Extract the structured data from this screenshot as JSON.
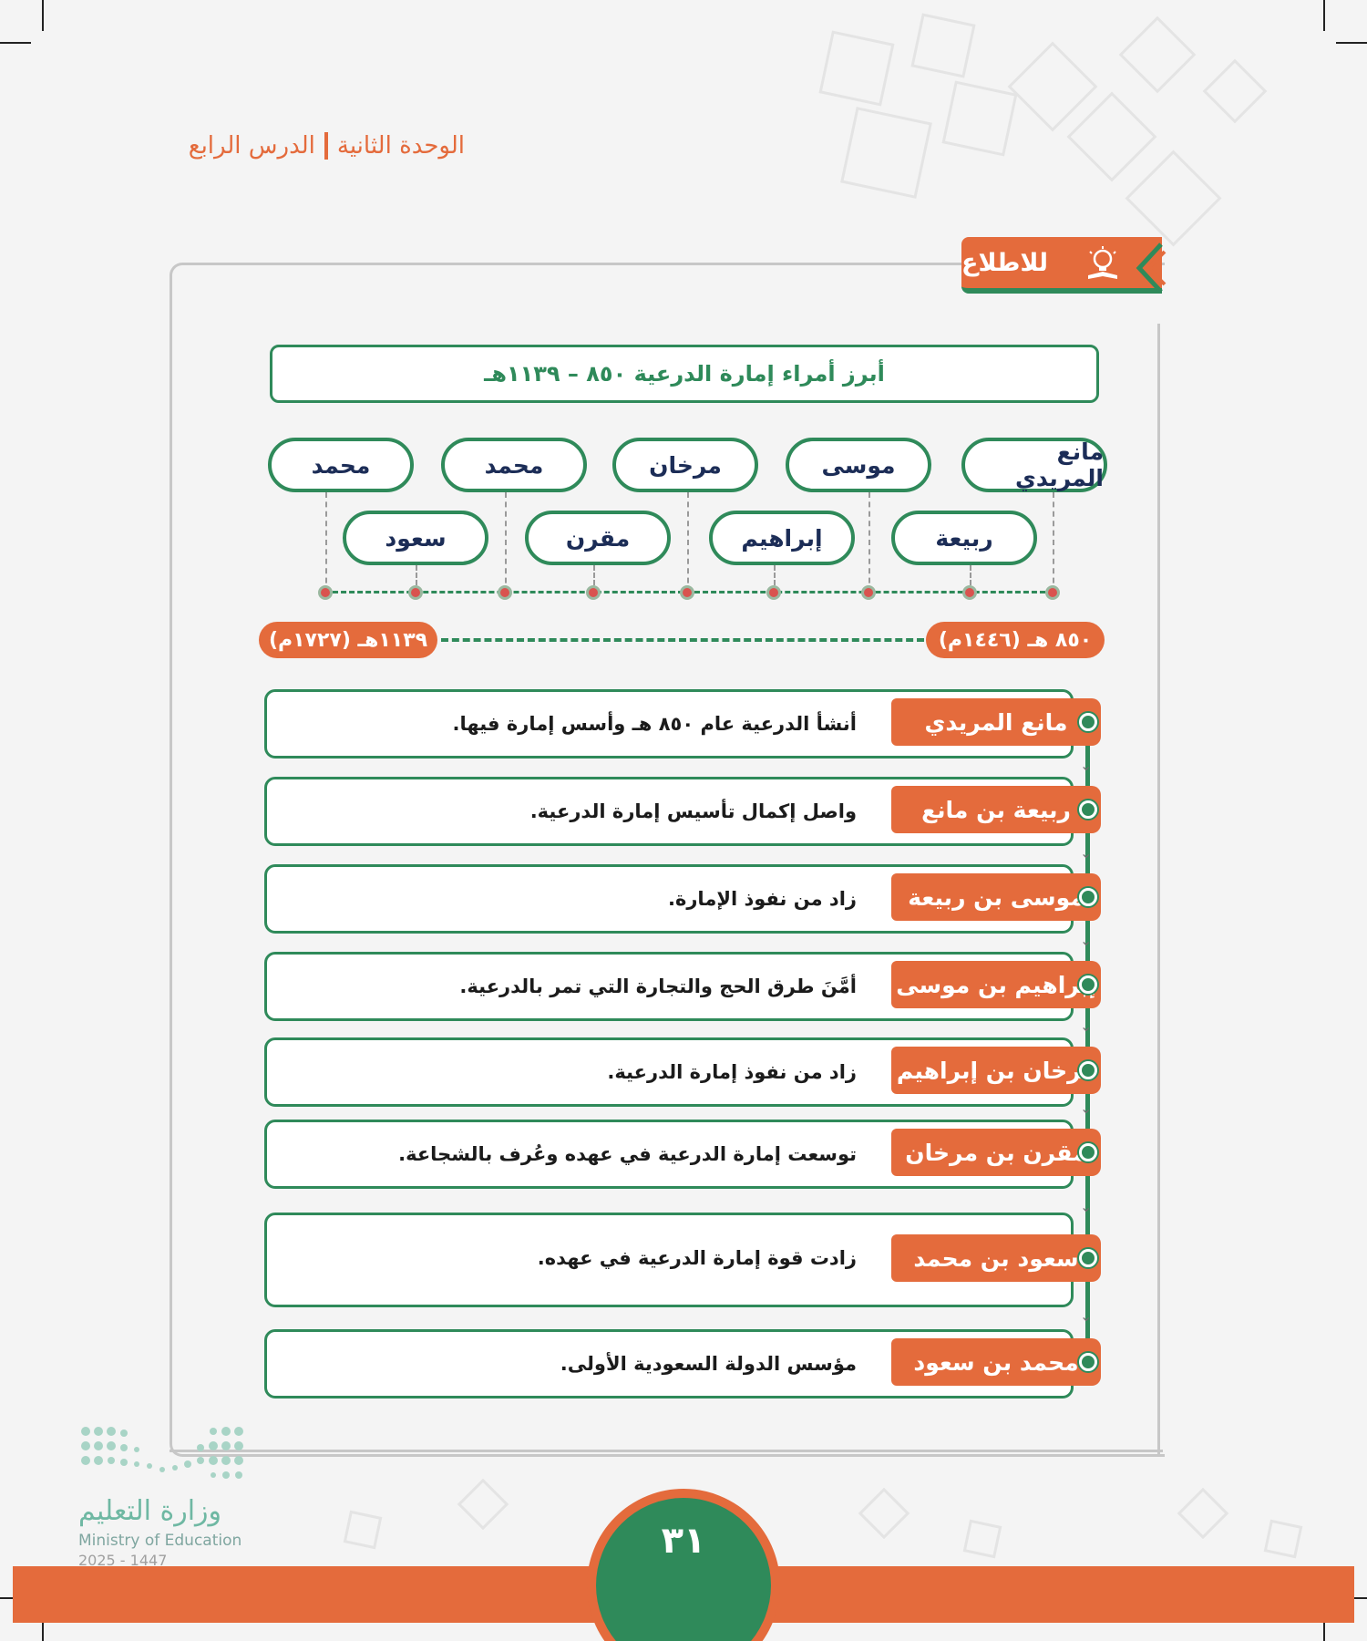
{
  "header": {
    "unit": "الوحدة الثانية",
    "lesson": "الدرس الرابع"
  },
  "badge": {
    "label": "للاطلاع",
    "icon": "lightbulb-book-icon"
  },
  "title": "أبرز أمراء إمارة الدرعية ٨٥٠ – ١١٣٩هـ",
  "names_top": [
    "مانع المريدي",
    "موسى",
    "مرخان",
    "محمد",
    "محمد"
  ],
  "names_bottom": [
    "ربيعة",
    "إبراهيم",
    "مقرن",
    "سعود"
  ],
  "range": {
    "start": "٨٥٠ هـ (١٤٤٦م)",
    "end": "١١٣٩هـ (١٧٢٧م)"
  },
  "rows": [
    {
      "name": "مانع المريدي",
      "desc": "أنشأ الدرعية عام ٨٥٠ هـ وأسس إمارة فيها."
    },
    {
      "name": "ربيعة بن مانع",
      "desc": "واصل إكمال تأسيس إمارة الدرعية."
    },
    {
      "name": "موسى بن ربيعة",
      "desc": "زاد من نفوذ الإمارة."
    },
    {
      "name": "إبراهيم بن موسى",
      "desc": "أمَّنَ طرق الحج والتجارة التي تمر بالدرعية."
    },
    {
      "name": "مرخان بن إبراهيم",
      "desc": "زاد من نفوذ إمارة الدرعية."
    },
    {
      "name": "مقرن بن مرخان",
      "desc": "توسعت إمارة الدرعية في عهده وعُرف بالشجاعة."
    },
    {
      "name": "سعود بن محمد",
      "desc": "زادت قوة إمارة الدرعية في عهده."
    },
    {
      "name": "محمد بن سعود",
      "desc": "مؤسس الدولة السعودية الأولى."
    }
  ],
  "footer": {
    "page_number": "٣١",
    "ministry_ar": "وزارة التعليم",
    "ministry_en": "Ministry of Education",
    "year": "2025 - 1447"
  },
  "colors": {
    "green": "#2f8a5a",
    "orange": "#e46b3c",
    "navy": "#1c2d57"
  }
}
